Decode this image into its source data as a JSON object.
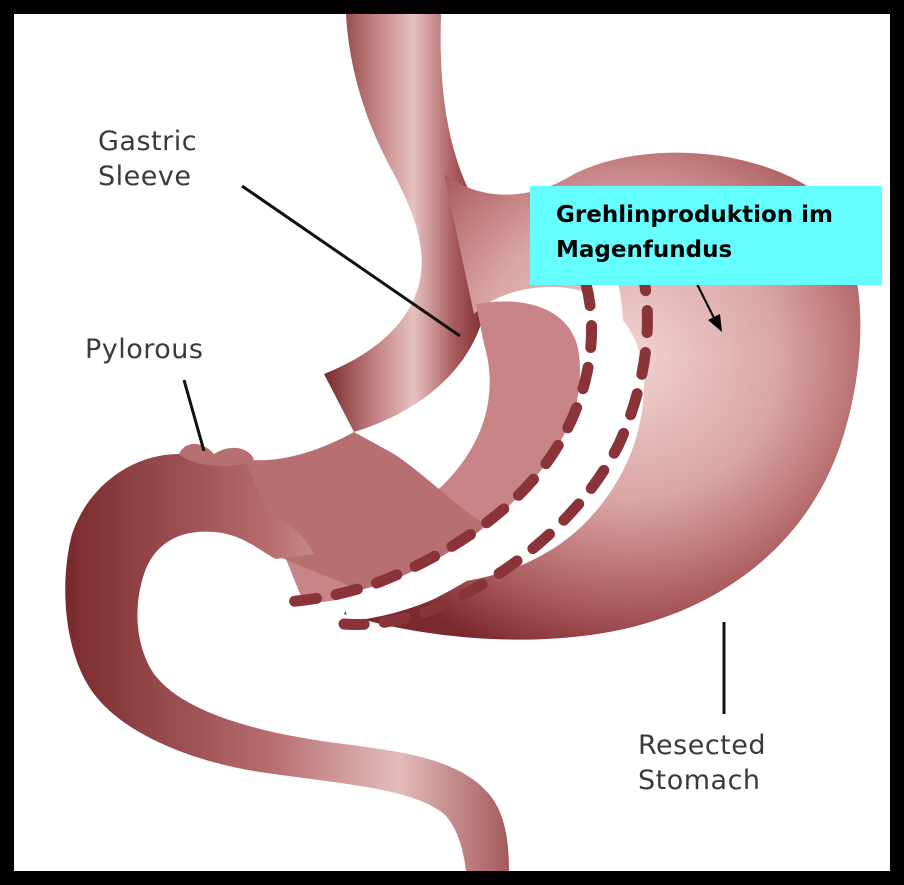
{
  "labels": {
    "sleeve_line1": "Gastric",
    "sleeve_line2": "Sleeve",
    "pylorous": "Pylorous",
    "resected_line1": "Resected",
    "resected_line2": "Stomach"
  },
  "callout": {
    "line1": "Grehlinproduktion im",
    "line2": "Magenfundus",
    "background": "#66ffff"
  },
  "colors": {
    "border": "#000000",
    "tissue_dark": "#7a2a2e",
    "tissue_light": "#e9c4c4",
    "label_text": "#3a3a3a"
  }
}
